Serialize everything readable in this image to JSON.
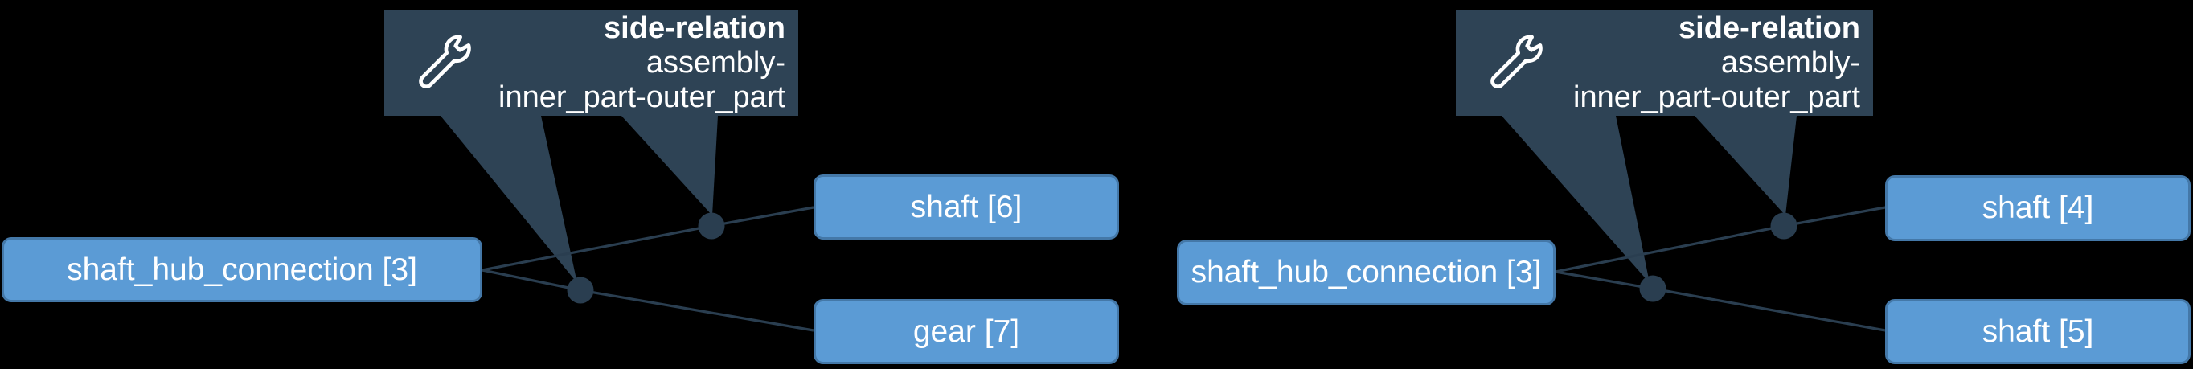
{
  "colors": {
    "bg": "#000000",
    "box_fill": "#5b9bd5",
    "box_border": "#4478a8",
    "edge": "#2a3e50",
    "tooltip_bg": "#2e4355",
    "text": "#ffffff"
  },
  "tooltip": {
    "icon": "wrench-icon",
    "title": "side-relation",
    "line2": "assembly-",
    "line3": "inner_part-outer_part"
  },
  "graphs": [
    {
      "root": {
        "label": "shaft_hub_connection [3]"
      },
      "children": [
        {
          "label": "shaft [6]"
        },
        {
          "label": "gear [7]"
        }
      ]
    },
    {
      "root": {
        "label": "shaft_hub_connection [3]"
      },
      "children": [
        {
          "label": "shaft [4]"
        },
        {
          "label": "shaft [5]"
        }
      ]
    }
  ]
}
